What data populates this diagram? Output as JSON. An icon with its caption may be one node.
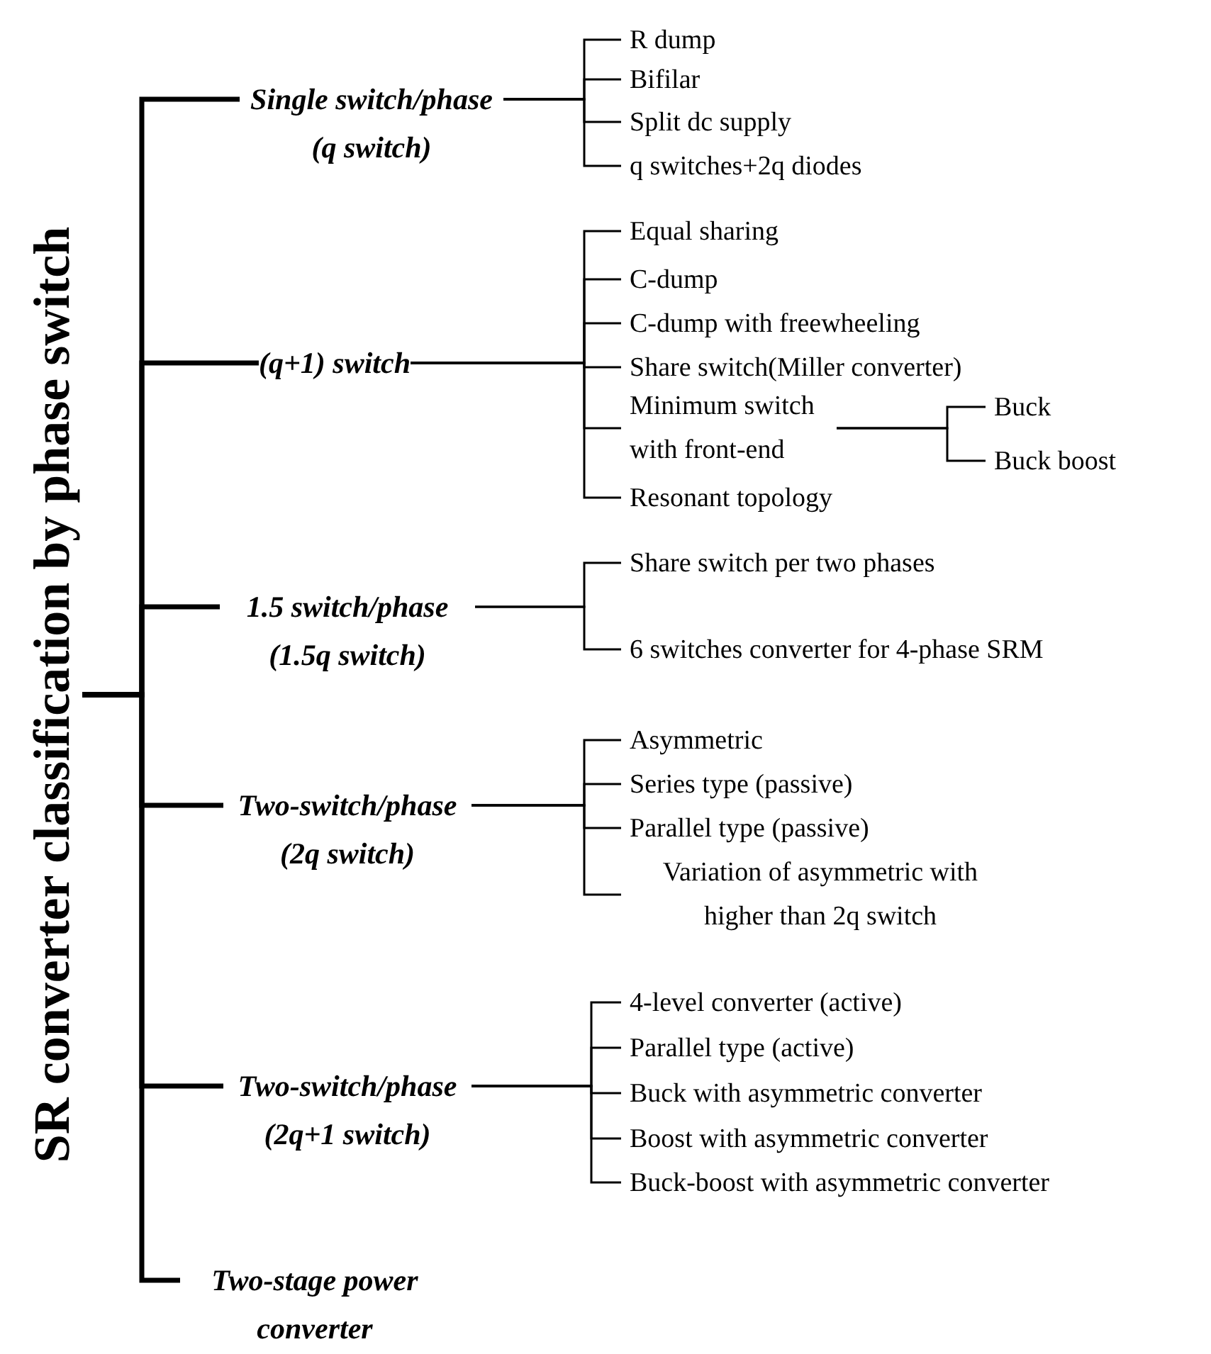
{
  "diagram": {
    "nodes": [
      {
        "text": [
          "SR converter classification by phase switch"
        ]
      },
      {
        "text": [
          "Single switch/phase (q switch)"
        ]
      },
      {
        "text": [
          "R dump"
        ]
      },
      {
        "text": [
          "Bifilar"
        ]
      },
      {
        "text": [
          "Split dc supply"
        ]
      },
      {
        "text": [
          "q switches+2q diodes"
        ]
      },
      {
        "text": [
          "(q+1) switch"
        ]
      },
      {
        "text": [
          "Equal sharing"
        ]
      },
      {
        "text": [
          "C-dump"
        ]
      },
      {
        "text": [
          "C-dump with freewheeling"
        ]
      },
      {
        "text": [
          "Share switch(Miller converter)"
        ]
      },
      {
        "text": [
          "Minimum switch with front-end"
        ]
      },
      {
        "text": [
          "Buck"
        ]
      },
      {
        "text": [
          "Buck boost"
        ]
      },
      {
        "text": [
          "Resonant topology"
        ]
      },
      {
        "text": [
          "1.5 switch/phase (1.5q switch)"
        ]
      },
      {
        "text": [
          "Share switch per two phases"
        ]
      },
      {
        "text": [
          "6 switches converter for 4-phase SRM"
        ]
      },
      {
        "text": [
          "Two-switch/phase (2q switch)"
        ]
      },
      {
        "text": [
          "Asymmetric"
        ]
      },
      {
        "text": [
          "Series type (passive)"
        ]
      },
      {
        "text": [
          "Parallel type (passive)"
        ]
      },
      {
        "text": [
          "Variation of asymmetric with higher than 2q switch"
        ]
      },
      {
        "text": [
          "Two-switch/phase (2q+1 switch)"
        ]
      },
      {
        "text": [
          "4-level converter (active)"
        ]
      },
      {
        "text": [
          "Parallel type (active)"
        ]
      },
      {
        "text": [
          "Buck with asymmetric converter"
        ]
      },
      {
        "text": [
          "Boost with asymmetric converter"
        ]
      },
      {
        "text": [
          "Buck-boost with asymmetric converter"
        ]
      },
      {
        "text": [
          "Two-stage power converter"
        ]
      }
    ],
    "edges": [
      {
        "from": 0,
        "to": 1,
        "arrow": "none",
        "style": "thick"
      },
      {
        "from": 0,
        "to": 6,
        "arrow": "none",
        "style": "thick"
      },
      {
        "from": 0,
        "to": 15,
        "arrow": "none",
        "style": "thick"
      },
      {
        "from": 0,
        "to": 18,
        "arrow": "none",
        "style": "thick"
      },
      {
        "from": 0,
        "to": 23,
        "arrow": "none",
        "style": "thick"
      },
      {
        "from": 0,
        "to": 29,
        "arrow": "none",
        "style": "thick"
      },
      {
        "from": 1,
        "to": 2,
        "arrow": "none"
      },
      {
        "from": 1,
        "to": 3,
        "arrow": "none"
      },
      {
        "from": 1,
        "to": 4,
        "arrow": "none"
      },
      {
        "from": 1,
        "to": 5,
        "arrow": "none"
      },
      {
        "from": 6,
        "to": 7,
        "arrow": "none"
      },
      {
        "from": 6,
        "to": 8,
        "arrow": "none"
      },
      {
        "from": 6,
        "to": 9,
        "arrow": "none"
      },
      {
        "from": 6,
        "to": 10,
        "arrow": "none"
      },
      {
        "from": 6,
        "to": 11,
        "arrow": "none"
      },
      {
        "from": 6,
        "to": 14,
        "arrow": "none"
      },
      {
        "from": 11,
        "to": 12,
        "arrow": "none"
      },
      {
        "from": 11,
        "to": 13,
        "arrow": "none"
      },
      {
        "from": 15,
        "to": 16,
        "arrow": "none"
      },
      {
        "from": 15,
        "to": 17,
        "arrow": "none"
      },
      {
        "from": 18,
        "to": 19,
        "arrow": "none"
      },
      {
        "from": 18,
        "to": 20,
        "arrow": "none"
      },
      {
        "from": 18,
        "to": 21,
        "arrow": "none"
      },
      {
        "from": 18,
        "to": 22,
        "arrow": "none"
      },
      {
        "from": 23,
        "to": 24,
        "arrow": "none"
      },
      {
        "from": 23,
        "to": 25,
        "arrow": "none"
      },
      {
        "from": 23,
        "to": 26,
        "arrow": "none"
      },
      {
        "from": 23,
        "to": 27,
        "arrow": "none"
      },
      {
        "from": 23,
        "to": 28,
        "arrow": "none"
      }
    ]
  }
}
